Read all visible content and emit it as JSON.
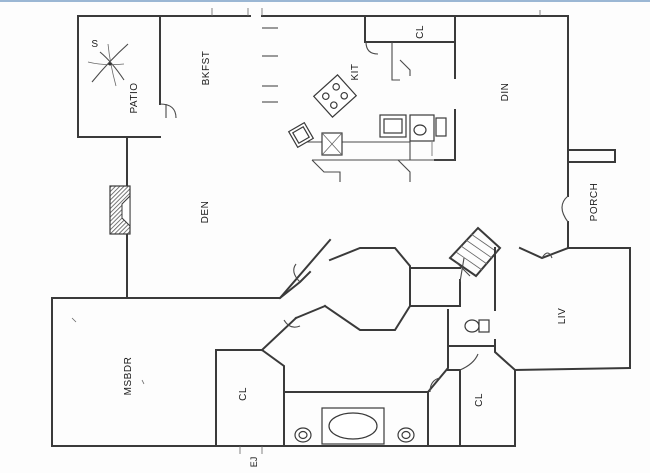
{
  "rooms": {
    "patio": "PATIO",
    "bkfst": "BKFST",
    "kit": "KIT",
    "closet_top": "CL",
    "din": "DIN",
    "den": "DEN",
    "porch": "PORCH",
    "liv": "LIV",
    "msbdr": "MSBDR",
    "closet_master": "CL",
    "closet_bath": "CL"
  },
  "annotations": {
    "compass_letter": "S",
    "initials": "EJ"
  },
  "colors": {
    "line": "#3a3a3a",
    "fireplace_hatch": "#555555",
    "paper": "#fdfdfd"
  }
}
